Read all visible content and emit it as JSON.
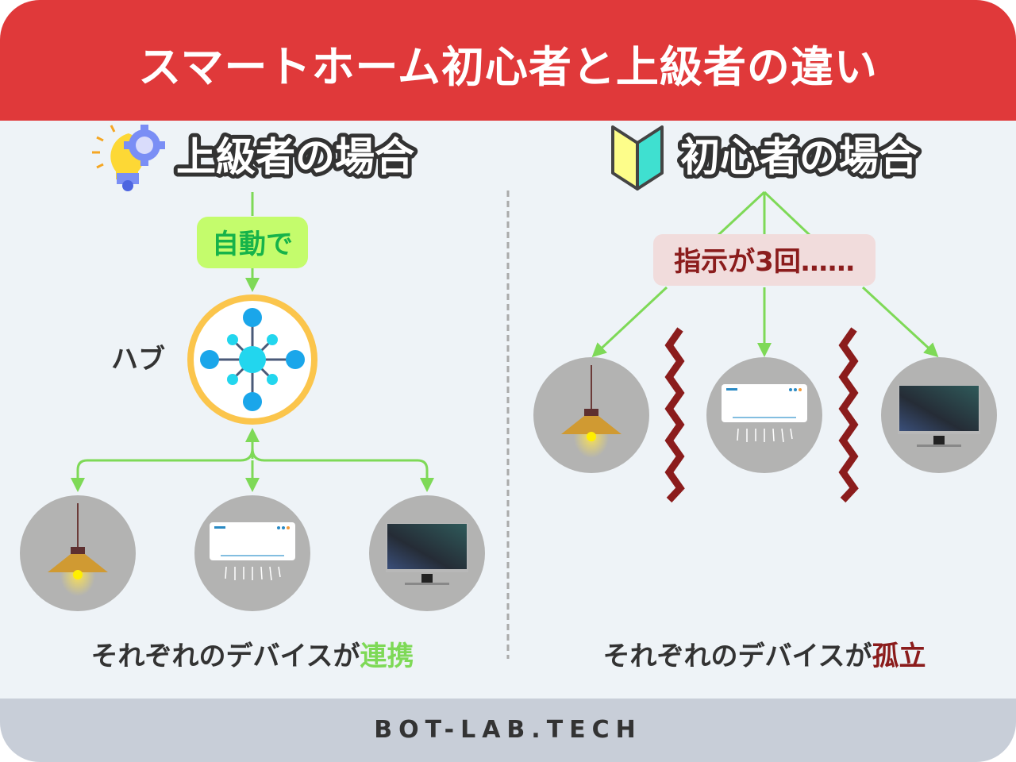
{
  "title": "スマートホーム初心者と上級者の違い",
  "advanced": {
    "heading": "上級者の場合",
    "trigger_label": "自動で",
    "hub_label": "ハブ",
    "caption_prefix": "それぞれのデバイスが",
    "caption_emphasis": "連携"
  },
  "beginner": {
    "heading": "初心者の場合",
    "instruction_label": "指示が3回……",
    "caption_prefix": "それぞれのデバイスが",
    "caption_emphasis": "孤立"
  },
  "footer": "BOT-LAB.TECH",
  "colors": {
    "header": "#e0393a",
    "green": "#7ed957",
    "dark_red": "#8b1c1c",
    "hub_ring": "#fbc54c"
  }
}
